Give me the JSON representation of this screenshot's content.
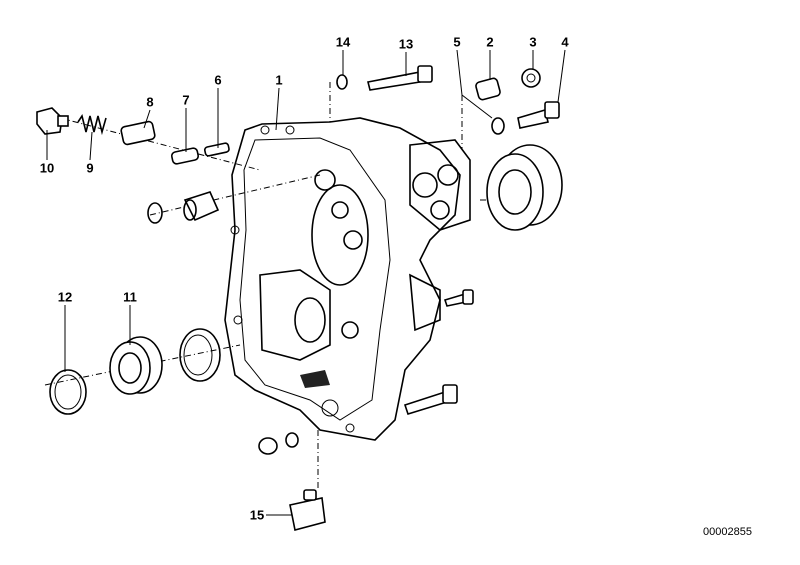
{
  "diagram": {
    "callouts": [
      "1",
      "2",
      "3",
      "4",
      "5",
      "6",
      "7",
      "8",
      "9",
      "10",
      "11",
      "12",
      "13",
      "14",
      "15"
    ],
    "reference_number": "00002855"
  }
}
